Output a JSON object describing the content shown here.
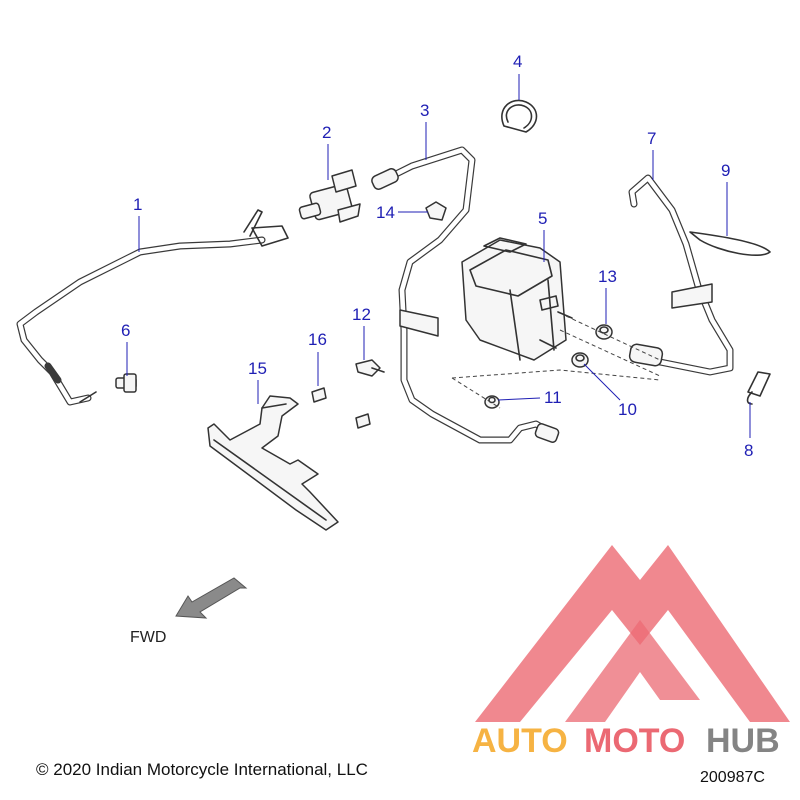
{
  "diagram": {
    "callouts": [
      {
        "id": "1",
        "label": "1"
      },
      {
        "id": "2",
        "label": "2"
      },
      {
        "id": "3",
        "label": "3"
      },
      {
        "id": "4",
        "label": "4"
      },
      {
        "id": "5",
        "label": "5"
      },
      {
        "id": "6",
        "label": "6"
      },
      {
        "id": "7",
        "label": "7"
      },
      {
        "id": "8",
        "label": "8"
      },
      {
        "id": "9",
        "label": "9"
      },
      {
        "id": "10",
        "label": "10"
      },
      {
        "id": "11",
        "label": "11"
      },
      {
        "id": "12",
        "label": "12"
      },
      {
        "id": "13",
        "label": "13"
      },
      {
        "id": "14",
        "label": "14"
      },
      {
        "id": "15",
        "label": "15"
      },
      {
        "id": "16",
        "label": "16"
      }
    ],
    "direction_label": "FWD",
    "copyright": "© 2020 Indian Motorcycle International, LLC",
    "drawing_number": "200987C",
    "watermark": {
      "text_auto": "AUTO",
      "text_moto": "MOTO",
      "text_hub": "HUB"
    }
  },
  "colors": {
    "callout": "#1f1fb4",
    "line_art": "#333333",
    "watermark_red": "#e8505b",
    "watermark_orange": "#f5a623",
    "watermark_gray": "#6f6f6f",
    "arrow_fill": "#8a8a8a"
  }
}
